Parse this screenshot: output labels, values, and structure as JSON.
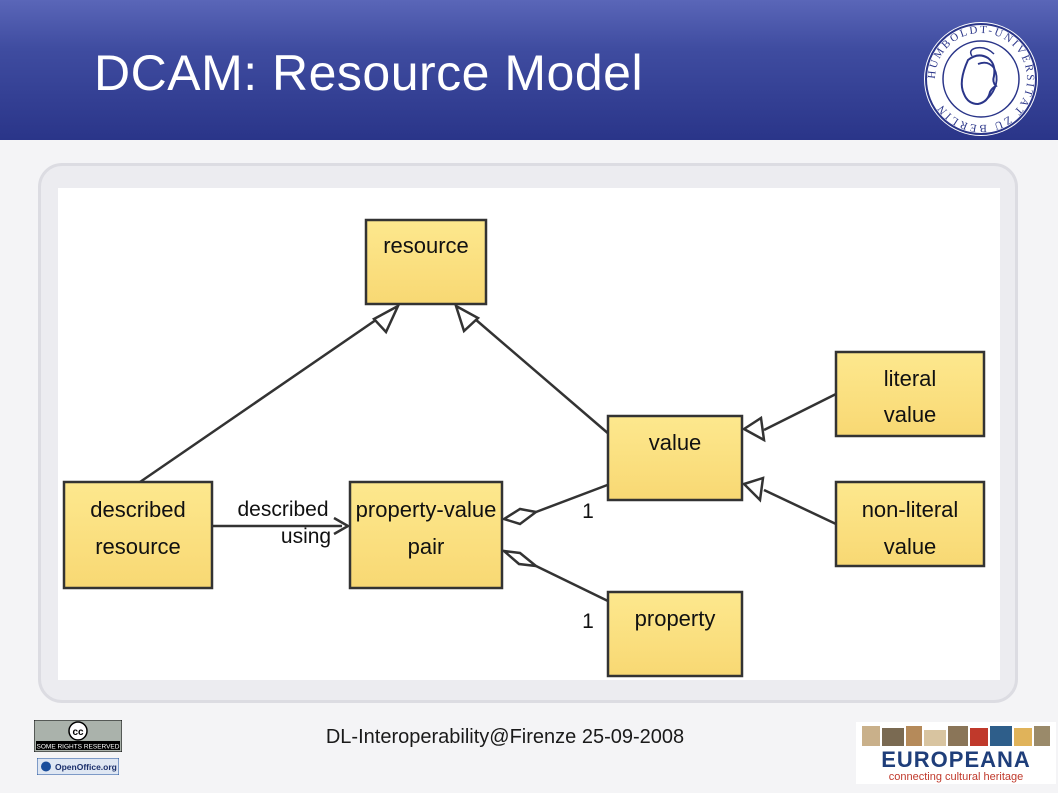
{
  "slide": {
    "title": "DCAM: Resource Model",
    "footer": "DL-Interoperability@Firenze 25-09-2008"
  },
  "logos": {
    "university_seal": {
      "icon": "humboldt-seal-icon",
      "text": "HUMBOLDT-UNIVERSITÄT ZU BERLIN"
    },
    "license_badge": {
      "icon": "creative-commons-icon",
      "text": "SOME RIGHTS RESERVED"
    },
    "software_badge": {
      "icon": "openoffice-icon",
      "text": "OpenOffice.org"
    },
    "project_logo": {
      "icon": "europeana-logo-icon",
      "text": "EUROPEANA",
      "tagline": "connecting cultural heritage"
    }
  },
  "diagram": {
    "colors": {
      "box_fill": "#fde68a",
      "box_border": "#333333",
      "line": "#333333"
    },
    "nodes": {
      "resource": {
        "line1": "resource"
      },
      "described_resource": {
        "line1": "described",
        "line2": "resource"
      },
      "property_value_pair": {
        "line1": "property-value",
        "line2": "pair"
      },
      "value": {
        "line1": "value"
      },
      "literal_value": {
        "line1": "literal",
        "line2": "value"
      },
      "non_literal_value": {
        "line1": "non-literal",
        "line2": "value"
      },
      "property": {
        "line1": "property"
      }
    },
    "edge_labels": {
      "described_using_1": "described",
      "described_using_2": "using",
      "value_multiplicity": "1",
      "property_multiplicity": "1"
    }
  }
}
